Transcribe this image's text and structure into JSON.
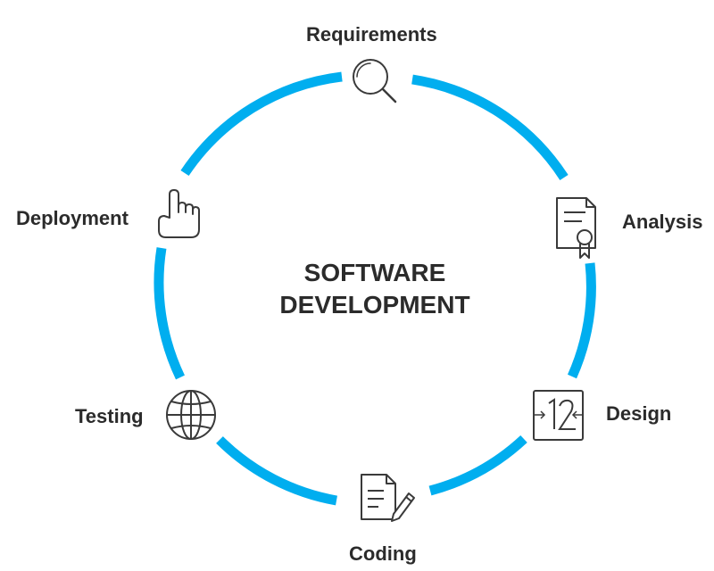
{
  "title": {
    "line1": "SOFTWARE",
    "line2": "DEVELOPMENT"
  },
  "stages": [
    {
      "label": "Requirements",
      "icon": "magnifier-icon"
    },
    {
      "label": "Analysis",
      "icon": "certificate-icon"
    },
    {
      "label": "Design",
      "icon": "ruler-frame-icon"
    },
    {
      "label": "Coding",
      "icon": "document-pen-icon"
    },
    {
      "label": "Testing",
      "icon": "globe-icon"
    },
    {
      "label": "Deployment",
      "icon": "pointing-hand-icon"
    }
  ],
  "colors": {
    "cycle_ring": "#00aeef",
    "icon_stroke": "#3a3a3a",
    "text": "#2b2b2b"
  }
}
